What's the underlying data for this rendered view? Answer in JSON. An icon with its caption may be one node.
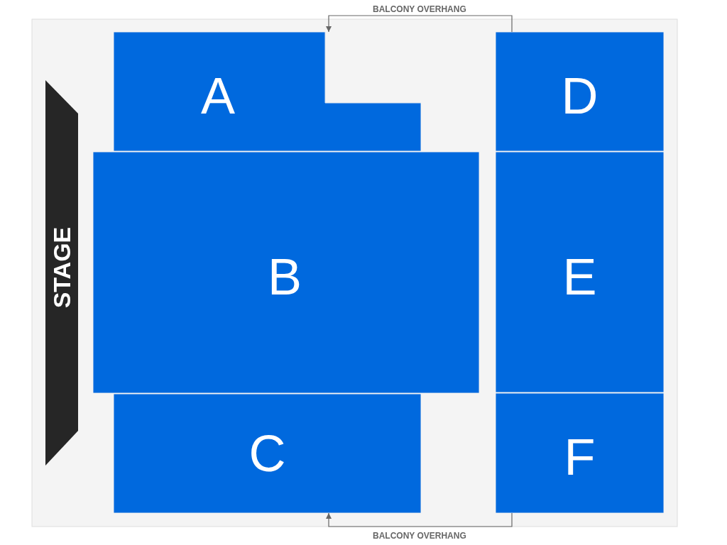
{
  "diagram": {
    "nodes": [
      {
        "text": [
          "STAGE"
        ]
      },
      {
        "text": [
          "A"
        ]
      },
      {
        "text": [
          "B"
        ]
      },
      {
        "text": [
          "C"
        ]
      },
      {
        "text": [
          "D"
        ]
      },
      {
        "text": [
          "E"
        ]
      },
      {
        "text": [
          "F"
        ]
      }
    ],
    "edges": [
      {
        "from": 4,
        "to": 1,
        "arrow": "to",
        "label": "BALCONY OVERHANG"
      },
      {
        "from": 6,
        "to": 3,
        "arrow": "to",
        "label": "BALCONY OVERHANG"
      }
    ]
  }
}
